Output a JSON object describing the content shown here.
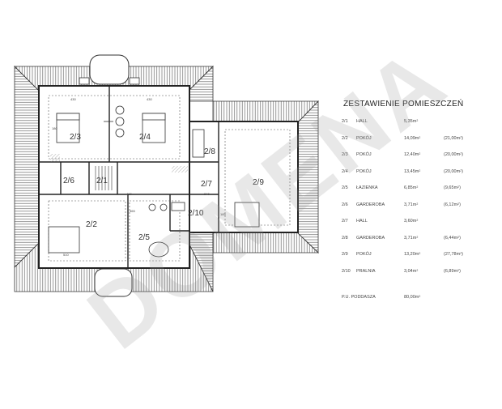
{
  "plan": {
    "room_labels": {
      "r21": "2/1",
      "r22": "2/2",
      "r23": "2/3",
      "r24": "2/4",
      "r25": "2/5",
      "r26": "2/6",
      "r27": "2/7",
      "r28": "2/8",
      "r29": "2/9",
      "r210": "2/10"
    },
    "dimensions": {
      "d1": "430",
      "d2": "430",
      "d3": "460",
      "d4": "240",
      "d5": "510",
      "d6": "180",
      "d7": "365",
      "d8": "185"
    }
  },
  "schedule": {
    "title": "ZESTAWIENIE POMIESZCZEŃ",
    "rows": [
      {
        "num": "2/1",
        "name": "HALL",
        "area": "5,35",
        "extra": ""
      },
      {
        "num": "2/2",
        "name": "POKÓJ",
        "area": "14,09",
        "extra": "21,00"
      },
      {
        "num": "2/3",
        "name": "POKÓJ",
        "area": "12,40",
        "extra": "20,00"
      },
      {
        "num": "2/4",
        "name": "POKÓJ",
        "area": "13,45",
        "extra": "20,00"
      },
      {
        "num": "2/5",
        "name": "ŁAZIENKA",
        "area": "6,85",
        "extra": "9,65"
      },
      {
        "num": "2/6",
        "name": "GARDEROBA",
        "area": "3,71",
        "extra": "6,12"
      },
      {
        "num": "2/7",
        "name": "HALL",
        "area": "3,60",
        "extra": ""
      },
      {
        "num": "2/8",
        "name": "GARDEROBA",
        "area": "3,71",
        "extra": "6,44"
      },
      {
        "num": "2/9",
        "name": "POKÓJ",
        "area": "13,20",
        "extra": "27,78"
      },
      {
        "num": "2/10",
        "name": "PRALNIA",
        "area": "3,04",
        "extra": "6,89"
      }
    ],
    "unit": "m",
    "unit_exp": "2",
    "summary": {
      "label": "P.U. PODDASZA",
      "value": "80,00"
    }
  },
  "watermark": "DOMENA"
}
